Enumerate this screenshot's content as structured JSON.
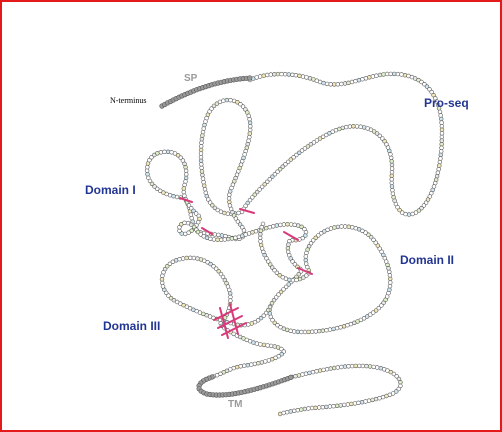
{
  "labels": {
    "n_terminus": "N-terminus",
    "signal_peptide": "SP",
    "pro_seq": "Pro-seq",
    "domain_1": "Domain I",
    "domain_2": "Domain II",
    "domain_3": "Domain III",
    "transmembrane": "TM"
  },
  "colors": {
    "frame": "#e21a1a",
    "domain_label": "#233592",
    "segment_label": "#9a9a9a",
    "disulfide_bond": "#d8397a",
    "residue_outline": "#555555",
    "helix_fill": "#9a9a9a",
    "residue_tints": [
      "#ffffff",
      "#ffffff",
      "#ffffff",
      "#ffffff",
      "#ffffff",
      "#ffffff",
      "#dff0c6",
      "#cfe6f2",
      "#f3e9b8",
      "#e8e8e8"
    ]
  }
}
